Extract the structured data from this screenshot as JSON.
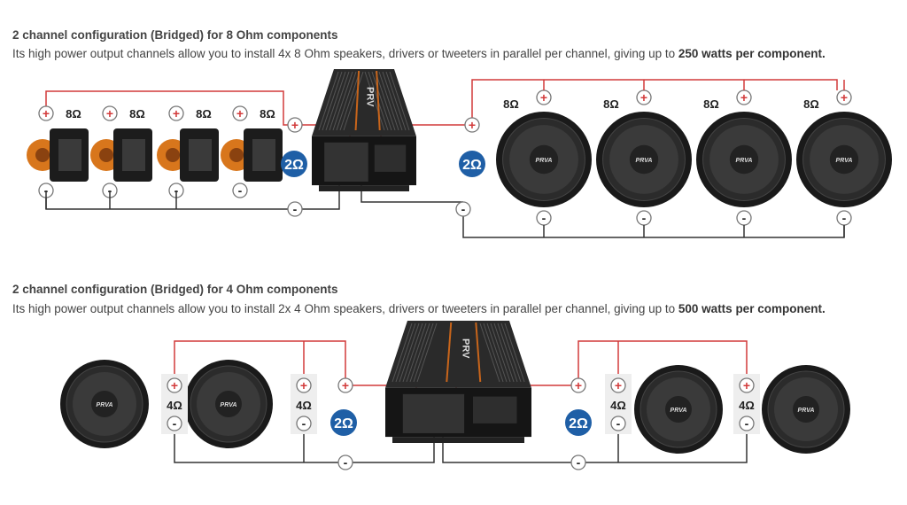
{
  "sections": [
    {
      "title": "2 channel configuration (Bridged) for 8 Ohm components",
      "desc": "Its high power output channels allow you to install 4x 8 Ohm speakers, drivers or tweeters in parallel per channel, giving up to ",
      "desc_bold": "250 watts per component.",
      "component_ohm": "8Ω",
      "channel_ohm": "2Ω"
    },
    {
      "title": "2 channel configuration (Bridged) for 4 Ohm components",
      "desc": "Its high power output channels allow you to install 2x 4 Ohm speakers, drivers or tweeters in parallel per channel, giving up to ",
      "desc_bold": "500 watts per component.",
      "component_ohm": "4Ω",
      "channel_ohm": "2Ω"
    }
  ],
  "brand": "PRV",
  "plus": "+",
  "minus": "-",
  "colors": {
    "wire_pos": "#d23a3a",
    "wire_neg": "#333333",
    "badge": "#1f5fa6",
    "text": "#444444"
  }
}
